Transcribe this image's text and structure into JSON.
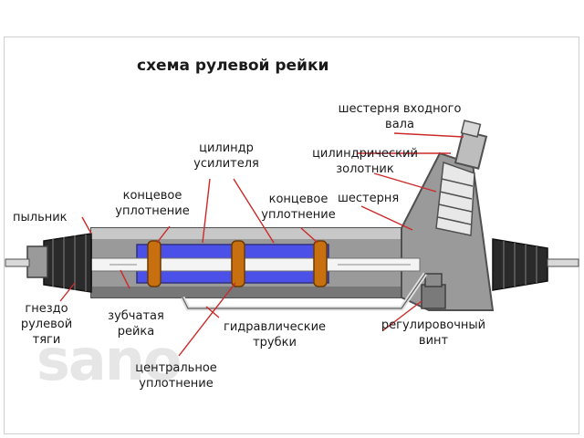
{
  "diagram": {
    "title": "схема рулевой рейки",
    "watermark": "sano",
    "colors": {
      "body": "#a0a0a0",
      "body_dark": "#5a5a5a",
      "piston": "#c87010",
      "fluid": "#4a50e8",
      "rack": "#f4f4f4",
      "leader": "#cc2a2a"
    },
    "labels": {
      "input_gear_1": "шестерня входного",
      "input_gear_2": "вала",
      "cyl_valve_1": "цилиндрический",
      "cyl_valve_2": "золотник",
      "gear": "шестерня",
      "cylinder_1": "цилиндр",
      "cylinder_2": "усилителя",
      "end_seal_left_1": "концевое",
      "end_seal_left_2": "уплотнение",
      "end_seal_right_1": "концевое",
      "end_seal_right_2": "уплотнение",
      "boot": "пыльник",
      "socket_1": "гнездо",
      "socket_2": "рулевой",
      "socket_3": "тяги",
      "rack_1": "зубчатая",
      "rack_2": "рейка",
      "hydro_1": "гидравлические",
      "hydro_2": "трубки",
      "adjust_1": "регулировочный",
      "adjust_2": "винт",
      "center_seal_1": "центральное",
      "center_seal_2": "уплотнение"
    }
  }
}
